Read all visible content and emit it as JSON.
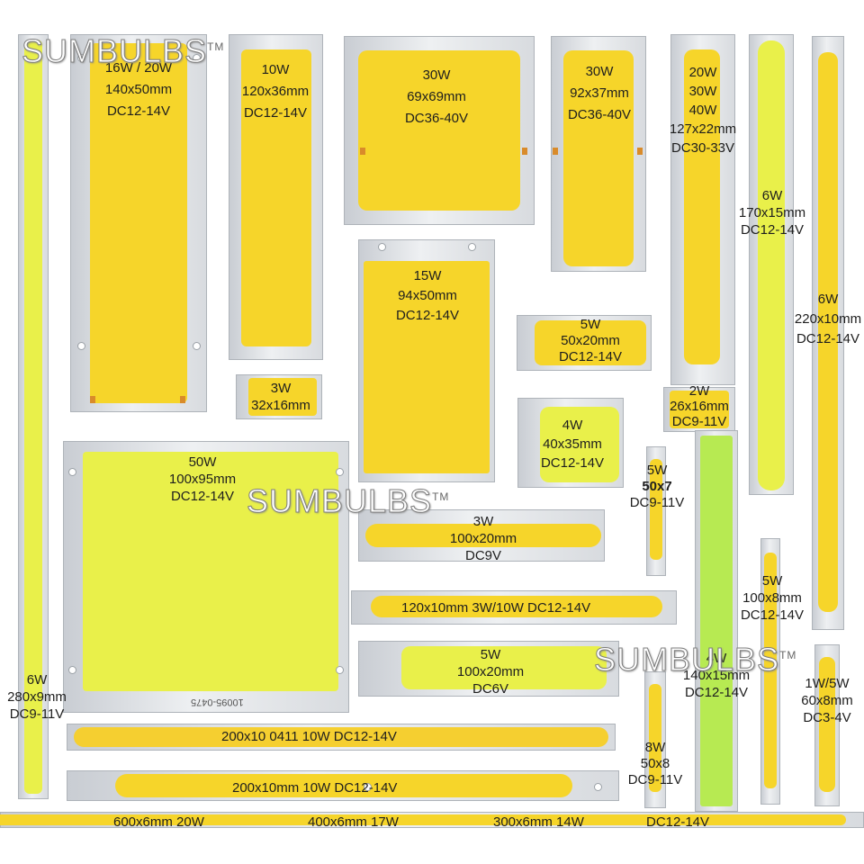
{
  "watermarks": {
    "brand": "SUMBULBS",
    "tm": "TM"
  },
  "modules": {
    "m16w": [
      "16W / 20W",
      "140x50mm",
      "DC12-14V"
    ],
    "m10w": [
      "10W",
      "120x36mm",
      "DC12-14V"
    ],
    "m30wa": [
      "30W",
      "69x69mm",
      "DC36-40V"
    ],
    "m30wb": [
      "30W",
      "92x37mm",
      "DC36-40V"
    ],
    "m20w": [
      "20W",
      "30W",
      "40W",
      "127x22mm",
      "DC30-33V"
    ],
    "m6wa": [
      "6W",
      "170x15mm",
      "DC12-14V"
    ],
    "m6wb": [
      "6W",
      "220x10mm",
      "DC12-14V"
    ],
    "m15w": [
      "15W",
      "94x50mm",
      "DC12-14V"
    ],
    "m5wa": [
      "5W",
      "50x20mm",
      "DC12-14V"
    ],
    "m3wa": [
      "3W",
      "32x16mm"
    ],
    "m2w": [
      "2W",
      "26x16mm",
      "DC9-11V"
    ],
    "m4wa": [
      "4W",
      "40x35mm",
      "DC12-14V"
    ],
    "m50w": [
      "50W",
      "100x95mm",
      "DC12-14V"
    ],
    "m5wb": [
      "5W",
      "50x7",
      "DC9-11V"
    ],
    "m3wb": [
      "3W",
      "100x20mm",
      "DC9V"
    ],
    "m120": [
      "120x10mm   3W/10W   DC12-14V"
    ],
    "m5wc": [
      "5W",
      "100x8mm",
      "DC12-14V"
    ],
    "m5wd": [
      "5W",
      "100x20mm",
      "DC6V"
    ],
    "m4wb": [
      "4W",
      "140x15mm",
      "DC12-14V"
    ],
    "m1w": [
      "1W/5W",
      "60x8mm",
      "DC3-4V"
    ],
    "m6wc": [
      "6W",
      "280x9mm",
      "DC9-11V"
    ],
    "m200a": [
      "200x10 0411     10W      DC12-14V"
    ],
    "m200b": [
      "200x10mm     10W     DC12-14V"
    ],
    "m8w": [
      "8W",
      "50x8",
      "DC9-11V"
    ],
    "bottom": [
      "600x6mm  20W",
      "400x6mm  17W",
      "300x6mm  14W",
      "DC12-14V"
    ]
  },
  "board_markings": {
    "pcb_code": "10095-0475"
  }
}
